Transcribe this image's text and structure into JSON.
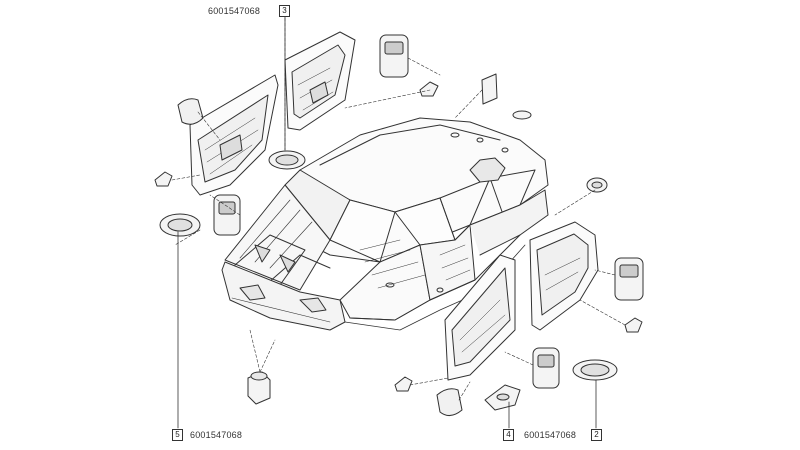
{
  "labels": [
    {
      "id": "top",
      "callout": "3",
      "ref": "6001547068"
    },
    {
      "id": "bottom-left",
      "callout": "5",
      "ref": "6001547068"
    },
    {
      "id": "bottom-right",
      "callout": "4",
      "ref": "6001547068"
    },
    {
      "id": "bottom-right-2",
      "callout": "2",
      "ref": ""
    }
  ]
}
